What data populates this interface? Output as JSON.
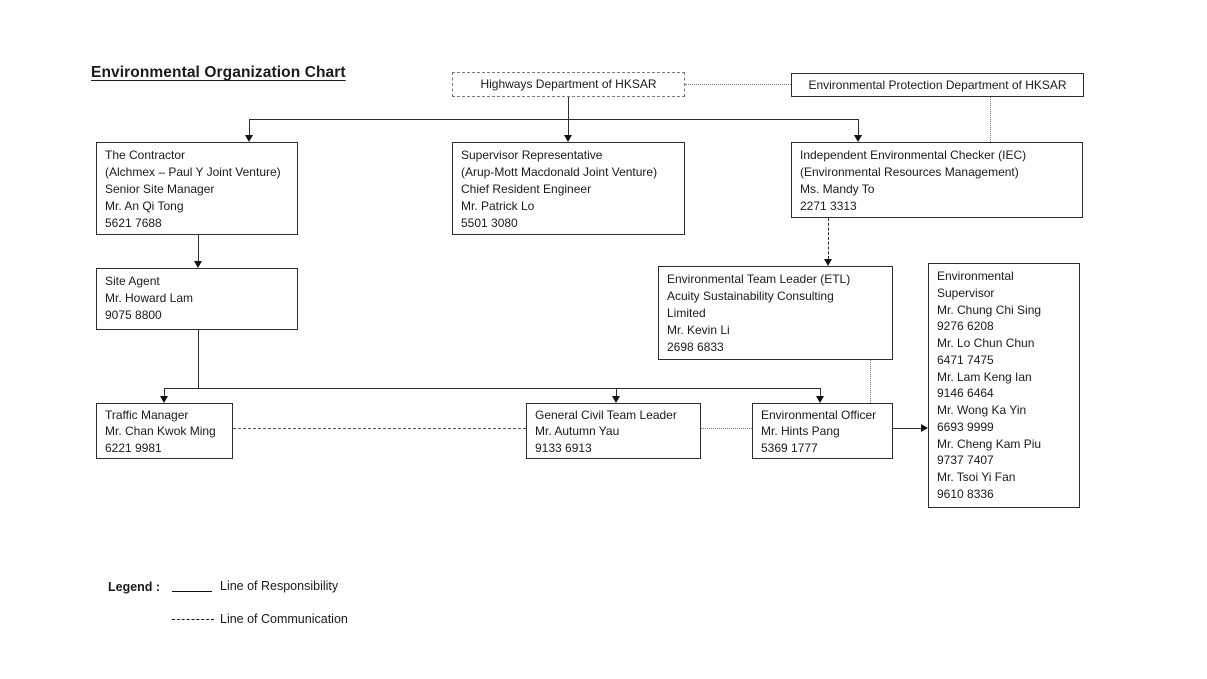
{
  "page": {
    "title": "Environmental Organization Chart"
  },
  "colors": {
    "ink": "#1a1a1a",
    "line": "#2e2e2e",
    "dotted_line": "#777777",
    "background": "#ffffff"
  },
  "boxes": {
    "highways": {
      "label": "Highways Department of HKSAR"
    },
    "epd": {
      "label": "Environmental Protection Department of HKSAR"
    },
    "contractor": {
      "lines": [
        "The Contractor",
        "(Alchmex – Paul Y Joint Venture)",
        "Senior Site Manager",
        "Mr. An Qi Tong",
        "5621 7688"
      ]
    },
    "supervisor_rep": {
      "lines": [
        "Supervisor Representative",
        "(Arup-Mott Macdonald Joint Venture)",
        "Chief Resident Engineer",
        "Mr. Patrick Lo",
        "5501 3080"
      ]
    },
    "iec": {
      "lines": [
        "Independent Environmental Checker (IEC)",
        "(Environmental Resources Management)",
        "Ms. Mandy To",
        "2271 3313"
      ]
    },
    "site_agent": {
      "lines": [
        "Site Agent",
        "Mr. Howard Lam",
        "9075 8800"
      ]
    },
    "etl": {
      "lines": [
        "Environmental Team Leader (ETL)",
        "Acuity Sustainability Consulting",
        "Limited",
        "Mr. Kevin Li",
        "2698 6833"
      ]
    },
    "env_supervisor": {
      "lines": [
        "Environmental",
        "Supervisor",
        "Mr. Chung Chi Sing",
        "9276 6208",
        "Mr. Lo Chun Chun",
        "6471 7475",
        "Mr. Lam Keng Ian",
        "9146 6464",
        "Mr. Wong Ka Yin",
        "6693 9999",
        "Mr. Cheng Kam Piu",
        "9737 7407",
        "Mr. Tsoi Yi Fan",
        "9610 8336"
      ]
    },
    "traffic_manager": {
      "lines": [
        "Traffic Manager",
        "Mr. Chan Kwok Ming",
        "6221 9981"
      ]
    },
    "general_civil": {
      "lines": [
        "General Civil Team Leader",
        "Mr. Autumn Yau",
        "9133 6913"
      ]
    },
    "env_officer": {
      "lines": [
        "Environmental Officer",
        "Mr. Hints Pang",
        "5369 1777"
      ]
    }
  },
  "connections": [
    {
      "from": "highways",
      "to": "epd",
      "type": "communication"
    },
    {
      "from": "highways",
      "to": "contractor",
      "type": "responsibility"
    },
    {
      "from": "highways",
      "to": "supervisor_rep",
      "type": "responsibility"
    },
    {
      "from": "highways",
      "to": "iec",
      "type": "responsibility"
    },
    {
      "from": "epd",
      "to": "iec",
      "type": "communication"
    },
    {
      "from": "contractor",
      "to": "site_agent",
      "type": "responsibility"
    },
    {
      "from": "iec",
      "to": "etl",
      "type": "communication"
    },
    {
      "from": "site_agent",
      "to": "traffic_manager",
      "type": "responsibility"
    },
    {
      "from": "site_agent",
      "to": "general_civil",
      "type": "responsibility"
    },
    {
      "from": "site_agent",
      "to": "env_officer",
      "type": "responsibility"
    },
    {
      "from": "traffic_manager",
      "to": "general_civil",
      "type": "communication"
    },
    {
      "from": "general_civil",
      "to": "env_officer",
      "type": "communication"
    },
    {
      "from": "etl",
      "to": "env_officer",
      "type": "communication"
    },
    {
      "from": "env_officer",
      "to": "env_supervisor",
      "type": "responsibility"
    }
  ],
  "legend": {
    "label": "Legend :",
    "items": [
      {
        "line_style": "solid",
        "label": "Line of Responsibility"
      },
      {
        "line_style": "dashed",
        "label": "Line of Communication"
      }
    ]
  }
}
